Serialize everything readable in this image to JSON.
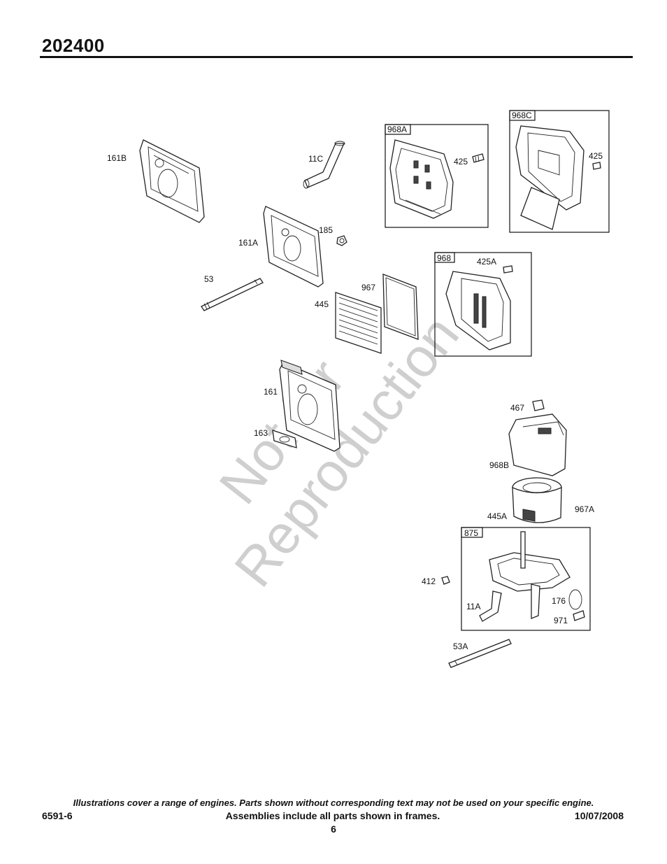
{
  "header": {
    "model": "202400"
  },
  "watermark": {
    "line1": "Not for",
    "line2": "Reproduction"
  },
  "parts": {
    "p161B": "161B",
    "p11C": "11C",
    "p161A": "161A",
    "p185": "185",
    "p53": "53",
    "p967": "967",
    "p445": "445",
    "p161": "161",
    "p163": "163",
    "p425a": "425",
    "p425b": "425",
    "p425A": "425A",
    "p467": "467",
    "p968B": "968B",
    "p445A": "445A",
    "p967A": "967A",
    "p412": "412",
    "p11A": "11A",
    "p176": "176",
    "p971": "971",
    "p53A": "53A"
  },
  "frames": {
    "f968A": "968A",
    "f968C": "968C",
    "f968": "968",
    "f875": "875"
  },
  "footer": {
    "note": "Illustrations cover a range of engines. Parts shown without corresponding text may not be used on your specific engine.",
    "doc_number": "6591-6",
    "assemblies": "Assemblies include all parts shown in frames.",
    "date": "10/07/2008",
    "page": "6"
  }
}
